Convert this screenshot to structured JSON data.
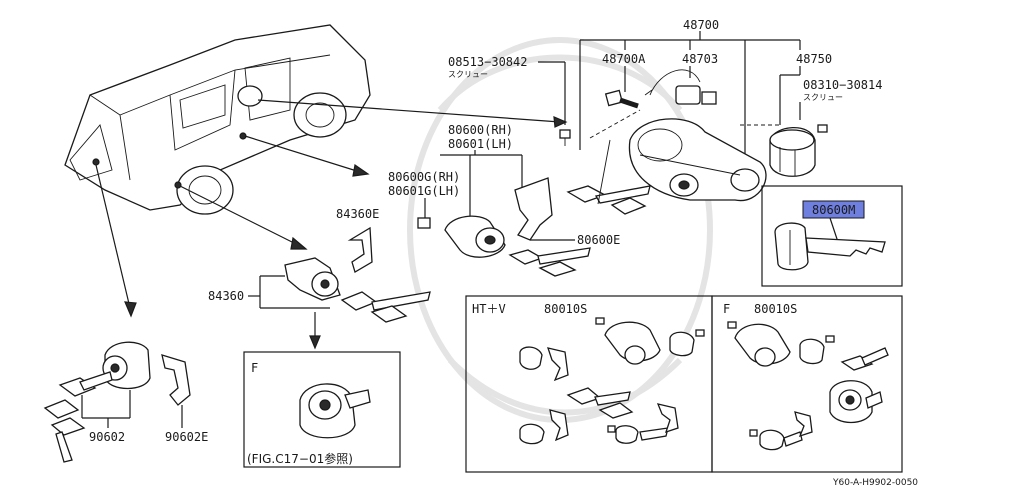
{
  "labels": {
    "p48700": "48700",
    "p48700A": "48700A",
    "p48703": "48703",
    "p48750": "48750",
    "p08513": "08513−30842",
    "p08513_sub": "スクリュー",
    "p08310": "08310−30814",
    "p08310_sub": "スクリュー",
    "p80600": "80600(RH)",
    "p80601": "80601(LH)",
    "p80600G": "80600G(RH)",
    "p80601G": "80601G(LH)",
    "p84360E": "84360E",
    "p84360": "84360",
    "p80600E": "80600E",
    "p80600M": "80600M",
    "p90602": "90602",
    "p90602E": "90602E",
    "htv_title": "HT＋V",
    "htv_part": "80010S",
    "f_title": "F",
    "f_part": "80010S",
    "inset_title": "F",
    "inset_ref": "(FIG.C17−01参照)",
    "doc_code": "Y60-A-H9902-0050"
  },
  "colors": {
    "line": "#1a1a1a",
    "highlight": "#6f7fe0",
    "watermark": "#e4e4e4"
  }
}
